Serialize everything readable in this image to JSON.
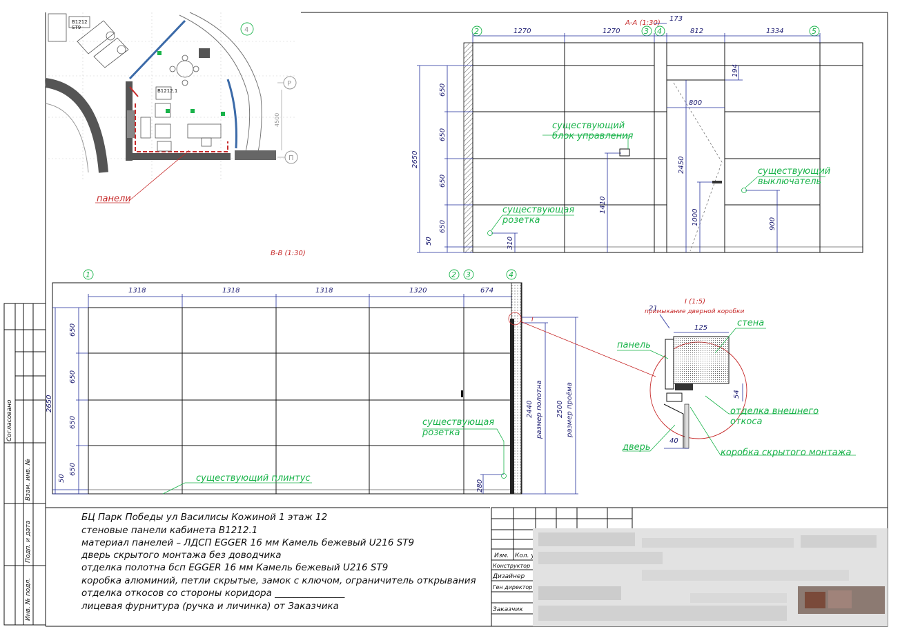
{
  "labels": {
    "panels": "панели",
    "plan_room": "B1212.1",
    "plan_room2": "B1212",
    "plan_st": "ST9",
    "plan_dim": "4500",
    "plan_axis_p": "Р",
    "plan_axis_pi": "П",
    "plan_axis_4": "4",
    "section_aa": "А-А (1:30)",
    "section_bb": "В-В (1:30)",
    "detail_i": "I (1:5)",
    "detail_sub": "примыкание дверной коробки",
    "control_block": "существующий\nблок управления",
    "switch": "существующий\nвыключатель",
    "socket_aa": "существующая\nрозетка",
    "socket_bb": "существующая\nрозетка",
    "skirting": "существующий плинтус",
    "wall": "стена",
    "panel": "панель",
    "reveal_finish": "отделка внешнего\nоткоса",
    "door": "дверь",
    "hidden_box": "коробка скрытого монтажа",
    "leaf_size": "размер полотна",
    "opening_size": "размер проёма",
    "detail_mark": "I"
  },
  "dims_aa": {
    "top": [
      "1270",
      "1270",
      "173",
      "812",
      "1334"
    ],
    "heights": [
      "650",
      "650",
      "650",
      "650",
      "50"
    ],
    "total": "2650",
    "d194": "194",
    "d800": "800",
    "d2450": "2450",
    "d1410": "1410",
    "d1000": "1000",
    "d900": "900",
    "d310": "310"
  },
  "axes_aa": [
    "2",
    "3",
    "4",
    "5"
  ],
  "dims_bb": {
    "top": [
      "1318",
      "1318",
      "1318",
      "1320",
      "674"
    ],
    "heights": [
      "650",
      "650",
      "650",
      "650",
      "50"
    ],
    "total": "2650",
    "d2440": "2440",
    "d2500": "2500",
    "d280": "280"
  },
  "axes_bb": [
    "1",
    "2",
    "3",
    "4"
  ],
  "detail_dims": {
    "d125": "125",
    "d21": "21",
    "d54": "54",
    "d40": "40"
  },
  "notes": [
    "БЦ Парк Победы ул Василисы Кожиной 1 этаж 12",
    "стеновые панели кабинета В1212.1",
    "материал панелей – ЛДСП EGGER 16 мм Камель бежевый U216 ST9",
    "дверь скрытого монтажа без доводчика",
    "отделка полотна бсп EGGER 16 мм Камель бежевый U216 ST9",
    "коробка алюминий, петли скрытые, замок с ключом, ограничитель открывания",
    "отделка откосов со стороны коридора _______________",
    "лицевая фурнитура (ручка и личинка) от Заказчика"
  ],
  "side_stamp": [
    "Согласовано",
    "Взам. инв. №",
    "Подп. и дата",
    "Инв. № подл."
  ],
  "title_block": {
    "col_izm": "Изм.",
    "col_kol": "Кол. уч",
    "rows": [
      "Конструктор",
      "Дизайнер",
      "Ген директор",
      "Заказчик"
    ]
  }
}
